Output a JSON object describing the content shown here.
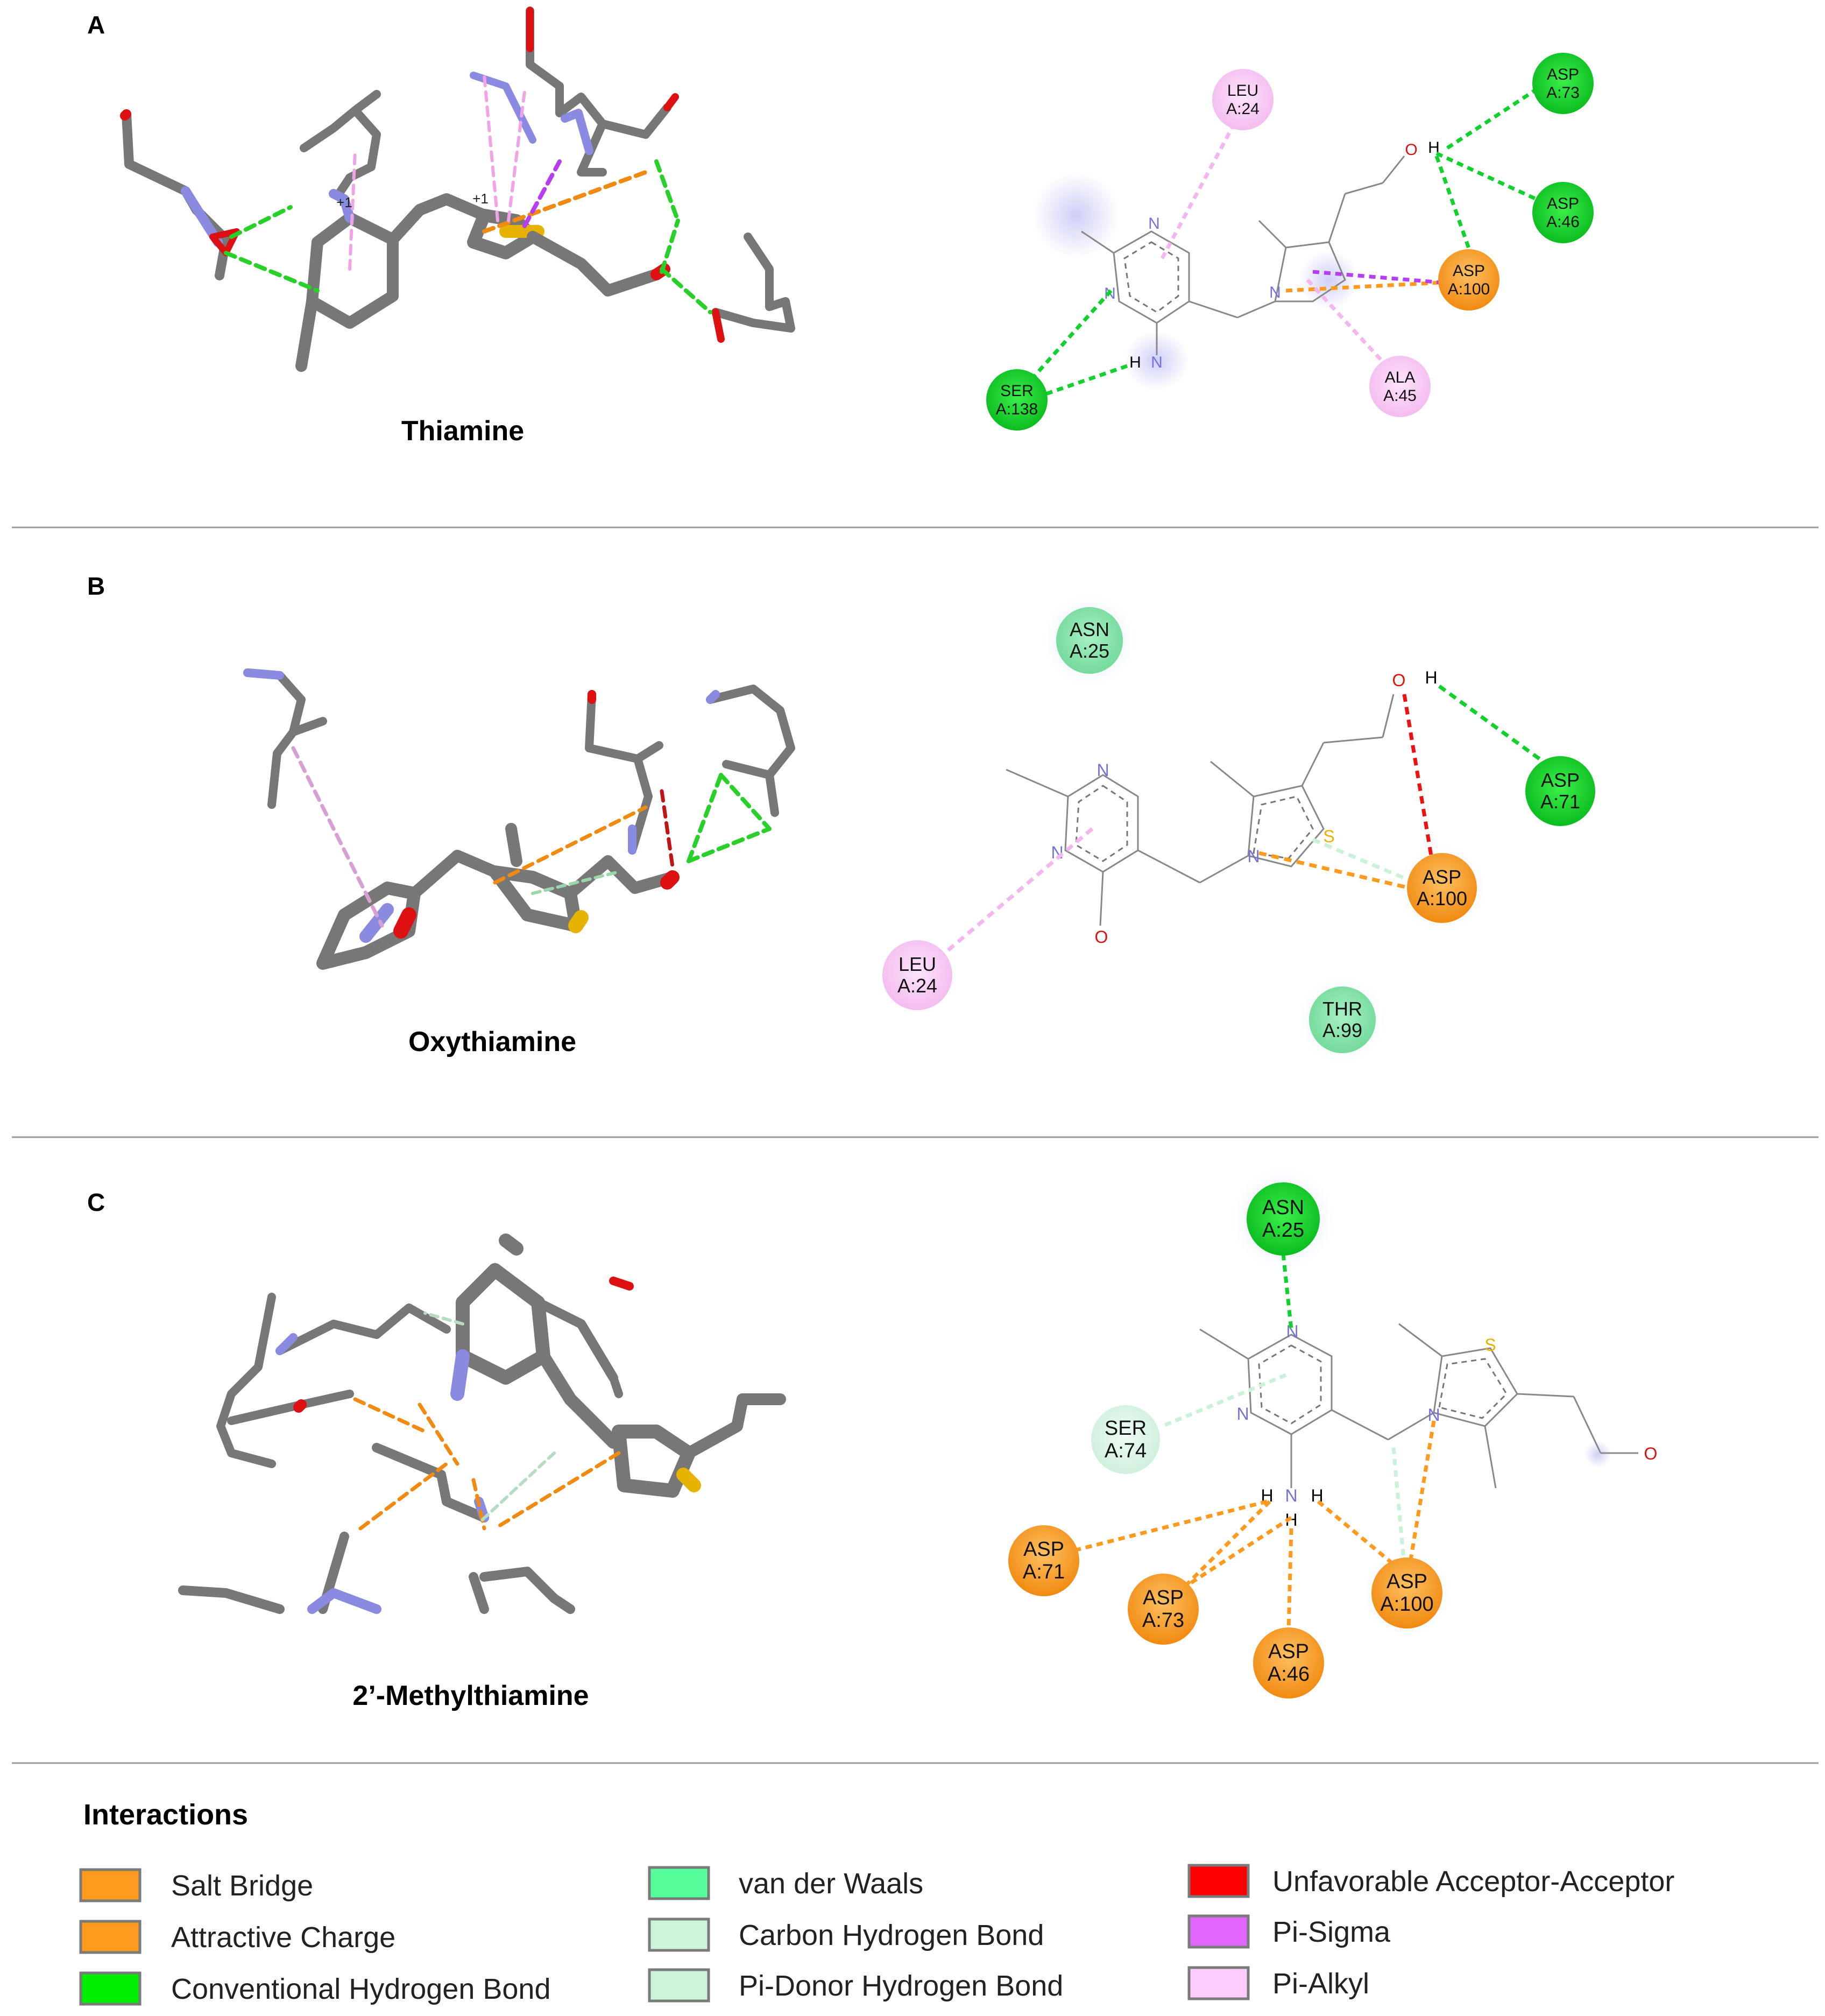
{
  "panels": [
    {
      "letter": "A",
      "molecule": "Thiamine"
    },
    {
      "letter": "B",
      "molecule": "Oxythiamine"
    },
    {
      "letter": "C",
      "molecule": "2’-Methylthiamine"
    }
  ],
  "residues": {
    "a": [
      {
        "l1": "LEU",
        "l2": "A:24",
        "type": "pi_alkyl"
      },
      {
        "l1": "ASP",
        "l2": "A:73",
        "type": "hbond"
      },
      {
        "l1": "ASP",
        "l2": "A:46",
        "type": "hbond"
      },
      {
        "l1": "ASP",
        "l2": "A:100",
        "type": "salt"
      },
      {
        "l1": "ALA",
        "l2": "A:45",
        "type": "pi_alkyl"
      },
      {
        "l1": "SER",
        "l2": "A:138",
        "type": "hbond"
      }
    ],
    "b": [
      {
        "l1": "ASN",
        "l2": "A:25",
        "type": "vdw"
      },
      {
        "l1": "ASP",
        "l2": "A:71",
        "type": "hbond"
      },
      {
        "l1": "ASP",
        "l2": "A:100",
        "type": "salt"
      },
      {
        "l1": "LEU",
        "l2": "A:24",
        "type": "pi_alkyl"
      },
      {
        "l1": "THR",
        "l2": "A:99",
        "type": "vdw"
      }
    ],
    "c": [
      {
        "l1": "ASN",
        "l2": "A:25",
        "type": "hbond"
      },
      {
        "l1": "SER",
        "l2": "A:74",
        "type": "chbond"
      },
      {
        "l1": "ASP",
        "l2": "A:71",
        "type": "salt"
      },
      {
        "l1": "ASP",
        "l2": "A:73",
        "type": "salt"
      },
      {
        "l1": "ASP",
        "l2": "A:46",
        "type": "salt"
      },
      {
        "l1": "ASP",
        "l2": "A:100",
        "type": "salt"
      }
    ]
  },
  "atoms": {
    "N": "N",
    "S": "S",
    "O": "O",
    "H": "H",
    "plus": "+",
    "plus1": "+1"
  },
  "colors": {
    "salt": "#ff9a1f",
    "hbond": "#11d12c",
    "pi_alkyl": "#f5b6f0",
    "pi_sigma": "#b63df0",
    "unfav": "#ee1111",
    "vdw": "#7fe3a3",
    "chbond": "#c9f2d6",
    "stick": "#7a7a7a",
    "nitrogen": "#8a8ae0",
    "oxygen": "#dd1111",
    "sulfur": "#e6b400"
  },
  "legend": {
    "title": "Interactions",
    "items": [
      {
        "label": "Salt Bridge",
        "color": "#ff9a1f"
      },
      {
        "label": "Attractive Charge",
        "color": "#ff9a1f"
      },
      {
        "label": "Conventional Hydrogen Bond",
        "color": "#00ee00"
      },
      {
        "label": "van der Waals",
        "color": "#55ff99"
      },
      {
        "label": "Carbon Hydrogen Bond",
        "color": "#ccf5d8"
      },
      {
        "label": "Pi-Donor Hydrogen Bond",
        "color": "#ccf5d8"
      },
      {
        "label": "Unfavorable Acceptor-Acceptor",
        "color": "#ff0000"
      },
      {
        "label": "Pi-Sigma",
        "color": "#e066ff"
      },
      {
        "label": "Pi-Alkyl",
        "color": "#ffccff"
      }
    ]
  }
}
